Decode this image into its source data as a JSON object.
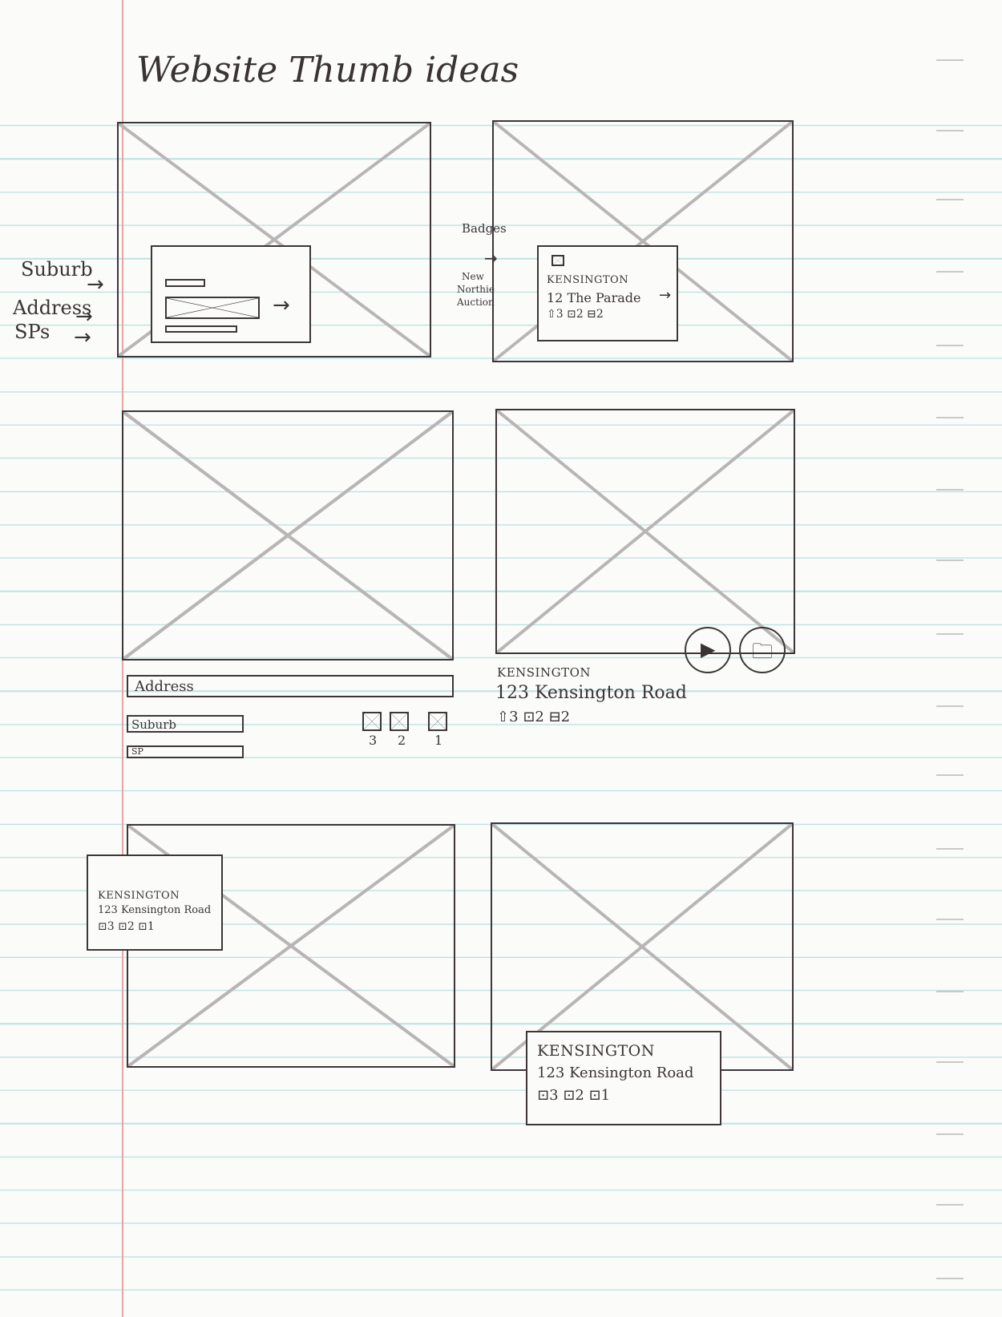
{
  "title": "Website Thumb ideas",
  "panel1": {
    "annotations": [
      "Suburb",
      "Address",
      "SPs"
    ]
  },
  "panel2": {
    "badges_label": "Badges",
    "badge_options": [
      "New",
      "Northie",
      "Auction"
    ],
    "suburb": "KENSINGTON",
    "address": "12 The Parade",
    "features": "⇧3 ⊡2 ⊟2"
  },
  "panel3": {
    "address_field": "Address",
    "suburb_field": "Suburb",
    "sp_field": "SP",
    "icon_numbers": [
      "3",
      "2",
      "1"
    ]
  },
  "panel4": {
    "suburb": "KENSINGTON",
    "address": "123 Kensington Road",
    "features": "⇧3 ⊡2 ⊟2"
  },
  "panel5": {
    "suburb": "KENSINGTON",
    "address": "123 Kensington Road",
    "features": "⊡3 ⊡2 ⊡1"
  },
  "panel6": {
    "suburb": "KENSINGTON",
    "address": "123 Kensington Road",
    "features": "⊡3 ⊡2 ⊡1"
  },
  "colors": {
    "ink": "#3c3638",
    "rule": "#bfe3e3",
    "margin": "#e8a3a3"
  }
}
